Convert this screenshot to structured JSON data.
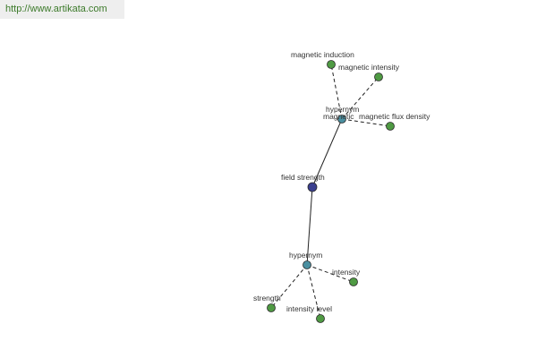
{
  "site_url": "http://www.artikata.com",
  "colors": {
    "center_node": "#3a3f8f",
    "hypernym_node": "#4a8fa0",
    "leaf_node": "#4f9a43",
    "node_stroke": "#2a2a2a",
    "edge": "#222222",
    "url_text": "#3c7a2a",
    "url_bg": "#eeeeee"
  },
  "graph": {
    "center": {
      "label": "field strength"
    },
    "groups": [
      {
        "label": "hypernym",
        "leaves": [
          {
            "label": "magnetic induction"
          },
          {
            "label": "magnetic intensity"
          },
          {
            "label": "magnetic flux density"
          },
          {
            "label": "magnetic"
          }
        ]
      },
      {
        "label": "hypernym",
        "leaves": [
          {
            "label": "intensity"
          },
          {
            "label": "strength"
          },
          {
            "label": "intensity level"
          }
        ]
      }
    ]
  }
}
